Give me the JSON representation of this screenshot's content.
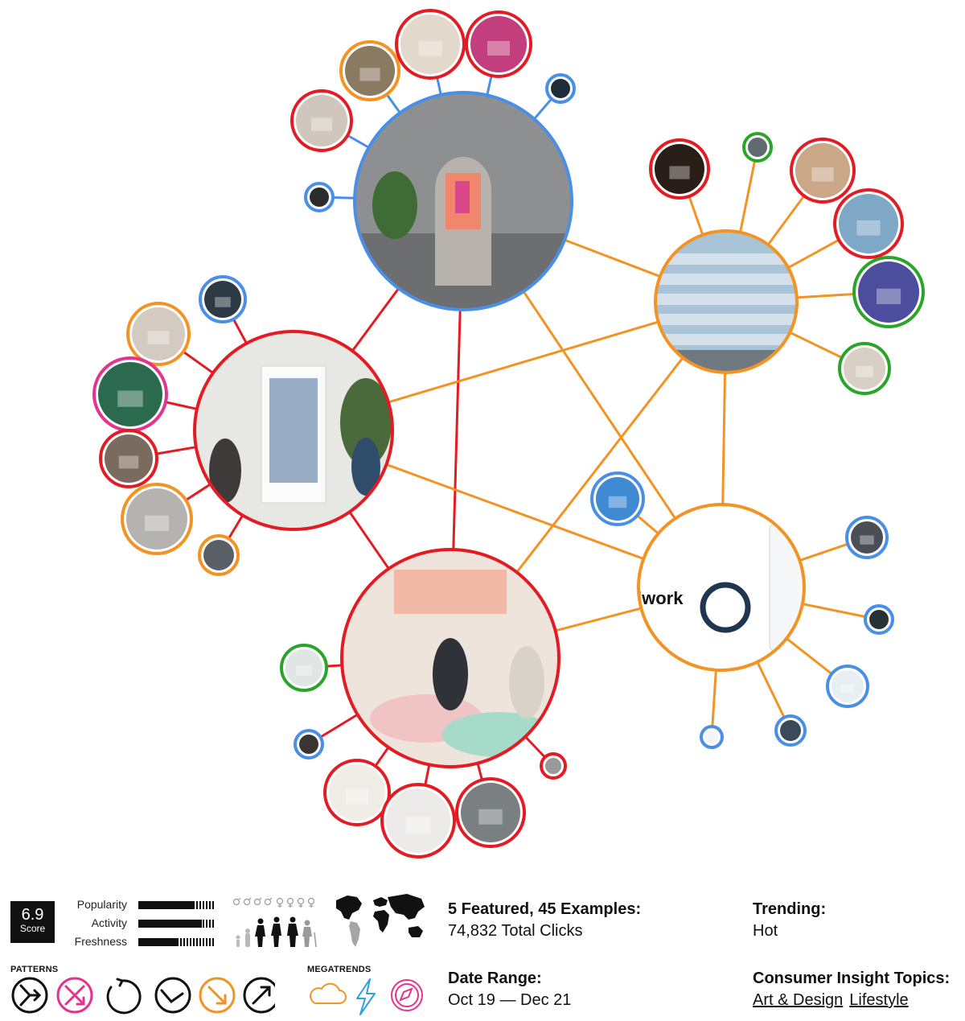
{
  "network": {
    "colors": {
      "red": "#e31b23",
      "orange": "#f39323",
      "blue": "#4a8fe7",
      "green": "#2aa52a",
      "pink": "#e3338f"
    },
    "hubs": [
      {
        "name": "hub-office-pod",
        "ring": "blue",
        "fill": "#8e8f91",
        "accent": "#f0876c"
      },
      {
        "name": "hub-office-building",
        "ring": "orange",
        "fill": "#a8c4d6",
        "accent": "#e9eff3"
      },
      {
        "name": "hub-glass-booth",
        "ring": "red",
        "fill": "#e7e7e4",
        "accent": "#99aec6"
      },
      {
        "name": "hub-lounge",
        "ring": "red",
        "fill": "#efe4dc",
        "accent": "#f1b9a6"
      },
      {
        "name": "hub-work-app",
        "ring": "orange",
        "fill": "#ffffff",
        "accent": "#1f3550",
        "label": "lwork"
      }
    ],
    "satellites": [
      {
        "hub": 0,
        "ring": "red",
        "fill": "#cfc6bd"
      },
      {
        "hub": 0,
        "ring": "orange",
        "fill": "#8a7a62"
      },
      {
        "hub": 0,
        "ring": "red",
        "fill": "#e2d8cc"
      },
      {
        "hub": 0,
        "ring": "red",
        "fill": "#c23e7c"
      },
      {
        "hub": 0,
        "ring": "blue",
        "fill": "#1f2d3a"
      },
      {
        "hub": 0,
        "ring": "blue",
        "fill": "#2c2c2c"
      },
      {
        "hub": 1,
        "ring": "red",
        "fill": "#2a1f18"
      },
      {
        "hub": 1,
        "ring": "green",
        "fill": "#5f6b6f"
      },
      {
        "hub": 1,
        "ring": "red",
        "fill": "#c9a787"
      },
      {
        "hub": 1,
        "ring": "red",
        "fill": "#7fa8c6"
      },
      {
        "hub": 1,
        "ring": "green",
        "fill": "#4d4d9e"
      },
      {
        "hub": 1,
        "ring": "green",
        "fill": "#d8cfc5"
      },
      {
        "hub": 2,
        "ring": "blue",
        "fill": "#2d3a45"
      },
      {
        "hub": 2,
        "ring": "orange",
        "fill": "#d3cac2"
      },
      {
        "hub": 2,
        "ring": "pink",
        "fill": "#2c6a4f"
      },
      {
        "hub": 2,
        "ring": "red",
        "fill": "#7b6a5e"
      },
      {
        "hub": 2,
        "ring": "orange",
        "fill": "#b5b3b0"
      },
      {
        "hub": 2,
        "ring": "orange",
        "fill": "#5a5e66"
      },
      {
        "hub": 3,
        "ring": "green",
        "fill": "#dfe6e4"
      },
      {
        "hub": 3,
        "ring": "blue",
        "fill": "#3a3530"
      },
      {
        "hub": 3,
        "ring": "red",
        "fill": "#f0ece6"
      },
      {
        "hub": 3,
        "ring": "red",
        "fill": "#ecebe9"
      },
      {
        "hub": 3,
        "ring": "red",
        "fill": "#7a7f82"
      },
      {
        "hub": 3,
        "ring": "red",
        "fill": "#9a9a9a"
      },
      {
        "hub": 4,
        "ring": "blue",
        "fill": "#3f8ad3"
      },
      {
        "hub": 4,
        "ring": "blue",
        "fill": "#4b4f55"
      },
      {
        "hub": 4,
        "ring": "blue",
        "fill": "#273238"
      },
      {
        "hub": 4,
        "ring": "blue",
        "fill": "#e9eef3"
      },
      {
        "hub": 4,
        "ring": "blue",
        "fill": "#3a4a5b"
      },
      {
        "hub": 4,
        "ring": "blue",
        "fill": "#f3f5f7"
      }
    ],
    "cross_links": [
      {
        "from": 0,
        "to": 1,
        "color": "orange"
      },
      {
        "from": 0,
        "to": 2,
        "color": "red"
      },
      {
        "from": 0,
        "to": 3,
        "color": "red"
      },
      {
        "from": 0,
        "to": 4,
        "color": "orange"
      },
      {
        "from": 2,
        "to": 1,
        "color": "orange"
      },
      {
        "from": 2,
        "to": 4,
        "color": "orange"
      },
      {
        "from": 2,
        "to": 3,
        "color": "red"
      },
      {
        "from": 3,
        "to": 1,
        "color": "orange"
      },
      {
        "from": 3,
        "to": 4,
        "color": "orange"
      },
      {
        "from": 1,
        "to": 4,
        "color": "orange"
      }
    ]
  },
  "scorecard": {
    "score_value": "6.9",
    "score_label": "Score",
    "metrics": [
      {
        "label": "Popularity",
        "level": 0.72
      },
      {
        "label": "Activity",
        "level": 0.82
      },
      {
        "label": "Freshness",
        "level": 0.5
      }
    ],
    "patterns_label": "PATTERNS",
    "pattern_icons": [
      {
        "name": "pattern-merge-icon",
        "color": "#111111"
      },
      {
        "name": "pattern-disrupt-icon",
        "color": "#e3338f"
      },
      {
        "name": "pattern-cycle-icon",
        "color": "#111111"
      },
      {
        "name": "pattern-rebound-icon",
        "color": "#111111"
      },
      {
        "name": "pattern-decline-icon",
        "color": "#f39323"
      },
      {
        "name": "pattern-growth-icon",
        "color": "#111111"
      }
    ],
    "megatrends_label": "MEGATRENDS",
    "megatrend_icons": [
      {
        "name": "cloud-icon",
        "color": "#f39323"
      },
      {
        "name": "lightning-icon",
        "color": "#2aa2e0"
      },
      {
        "name": "compass-icon",
        "color": "#e3338f"
      }
    ],
    "demographic_icons": [
      "gender-symbols-icon",
      "age-silhouettes-icon"
    ],
    "world_map_icon": "world-map-icon"
  },
  "summary": {
    "featured_text": "5 Featured, 45 Examples:",
    "clicks_text": "74,832 Total Clicks",
    "date_range_label": "Date Range:",
    "date_range_value": "Oct 19 — Dec 21",
    "trending_label": "Trending:",
    "trending_value": "Hot",
    "topics_label": "Consumer Insight Topics:",
    "topics": [
      "Art & Design",
      "Lifestyle"
    ]
  }
}
